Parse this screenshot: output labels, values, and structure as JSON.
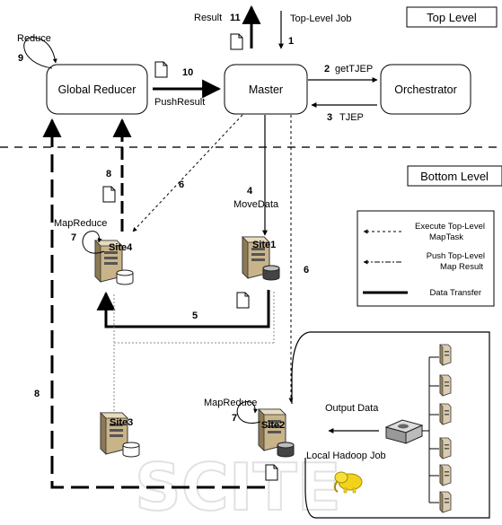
{
  "levels": {
    "top": "Top Level",
    "bottom": "Bottom Level"
  },
  "nodes": {
    "global_reducer": "Global Reducer",
    "master": "Master",
    "orchestrator": "Orchestrator"
  },
  "sites": {
    "site1": "Site1",
    "site2": "Site2",
    "site3": "Site3",
    "site4": "Site4"
  },
  "steps": {
    "s1": {
      "num": "1",
      "label": "Top-Level Job"
    },
    "s2": {
      "num": "2",
      "label": "getTJEP"
    },
    "s3": {
      "num": "3",
      "label": "TJEP"
    },
    "s4": {
      "num": "4",
      "label": "MoveData"
    },
    "s5": {
      "num": "5"
    },
    "s6a": {
      "num": "6"
    },
    "s6b": {
      "num": "6"
    },
    "s7a": {
      "num": "7",
      "label": "MapReduce"
    },
    "s7b": {
      "num": "7",
      "label": "MapReduce"
    },
    "s8a": {
      "num": "8"
    },
    "s8b": {
      "num": "8"
    },
    "s9": {
      "num": "9",
      "label": "Reduce"
    },
    "s10": {
      "num": "10",
      "label": "PushResult"
    },
    "s11": {
      "num": "11",
      "label": "Result"
    }
  },
  "legend": {
    "execute_l1": "Execute Top-Level",
    "execute_l2": "MapTask",
    "push_l1": "Push Top-Level",
    "push_l2": "Map Result",
    "transfer": "Data Transfer"
  },
  "cluster": {
    "output_data": "Output Data",
    "local_job": "Local Hadoop Job"
  },
  "watermark": "SCITE"
}
